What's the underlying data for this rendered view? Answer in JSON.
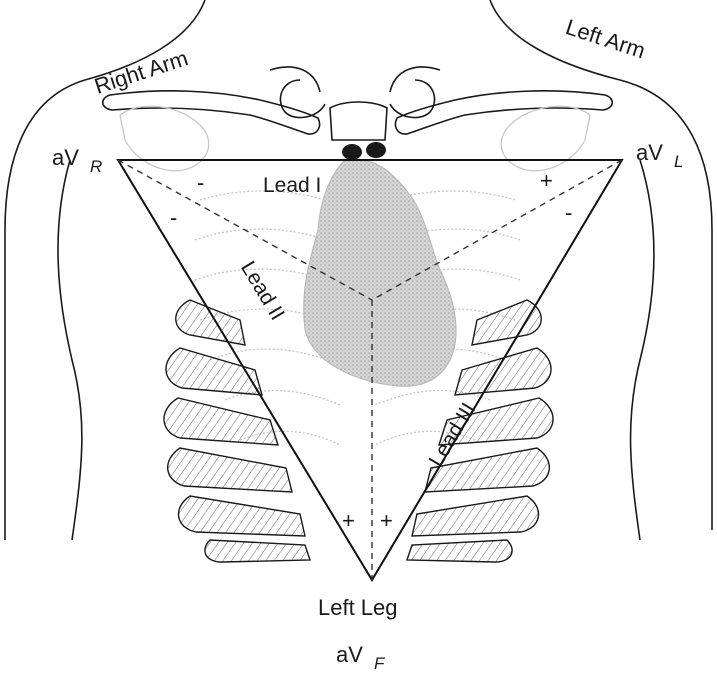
{
  "labels": {
    "right_arm": "Right Arm",
    "left_arm": "Left Arm",
    "left_leg": "Left Leg",
    "avr_base": "aV",
    "avr_sub": "R",
    "avl_base": "aV",
    "avl_sub": "L",
    "avf_base": "aV",
    "avf_sub": "F",
    "lead_1": "Lead I",
    "lead_2": "Lead II",
    "lead_3": "Lead III"
  },
  "signs": {
    "lead_1_negative": "-",
    "lead_1_positive": "+",
    "lead_2_negative": "-",
    "lead_3_negative": "-",
    "lead_2_positive": "+",
    "lead_3_positive": "+"
  },
  "colors": {
    "outline": "#1a1a1a",
    "ribs": "#b8b8b8",
    "heart": "#bdbdbd",
    "triangle": "#111111"
  }
}
